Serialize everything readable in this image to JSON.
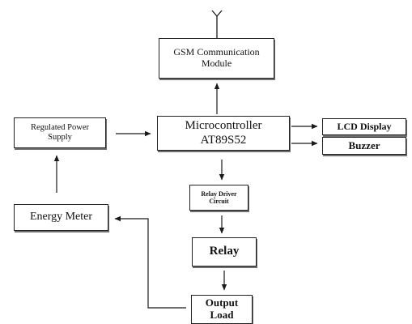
{
  "blocks": {
    "gsm": {
      "line1": "GSM Communication",
      "line2": "Module"
    },
    "power": {
      "line1": "Regulated Power",
      "line2": "Supply"
    },
    "mcu": {
      "line1": "Microcontroller",
      "line2": "AT89S52"
    },
    "lcd": {
      "label": "LCD Display"
    },
    "buzzer": {
      "label": "Buzzer"
    },
    "relay_driver": {
      "line1": "Relay Driver",
      "line2": "Circuit"
    },
    "energy_meter": {
      "label": "Energy Meter"
    },
    "relay": {
      "label": "Relay"
    },
    "load": {
      "line1": "Output",
      "line2": "Load"
    }
  },
  "colors": {
    "line": "#1a1a1a",
    "box_border": "#222222",
    "shadow": "#6f6f6f"
  }
}
